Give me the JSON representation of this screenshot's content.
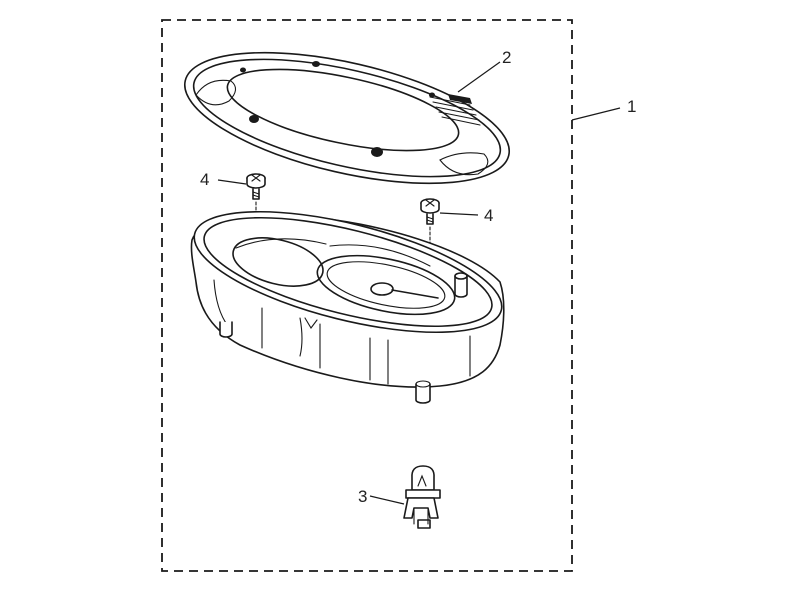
{
  "callouts": {
    "assembly": "1",
    "lid": "2",
    "bulb": "3",
    "screw_left": "4",
    "screw_right": "4"
  }
}
